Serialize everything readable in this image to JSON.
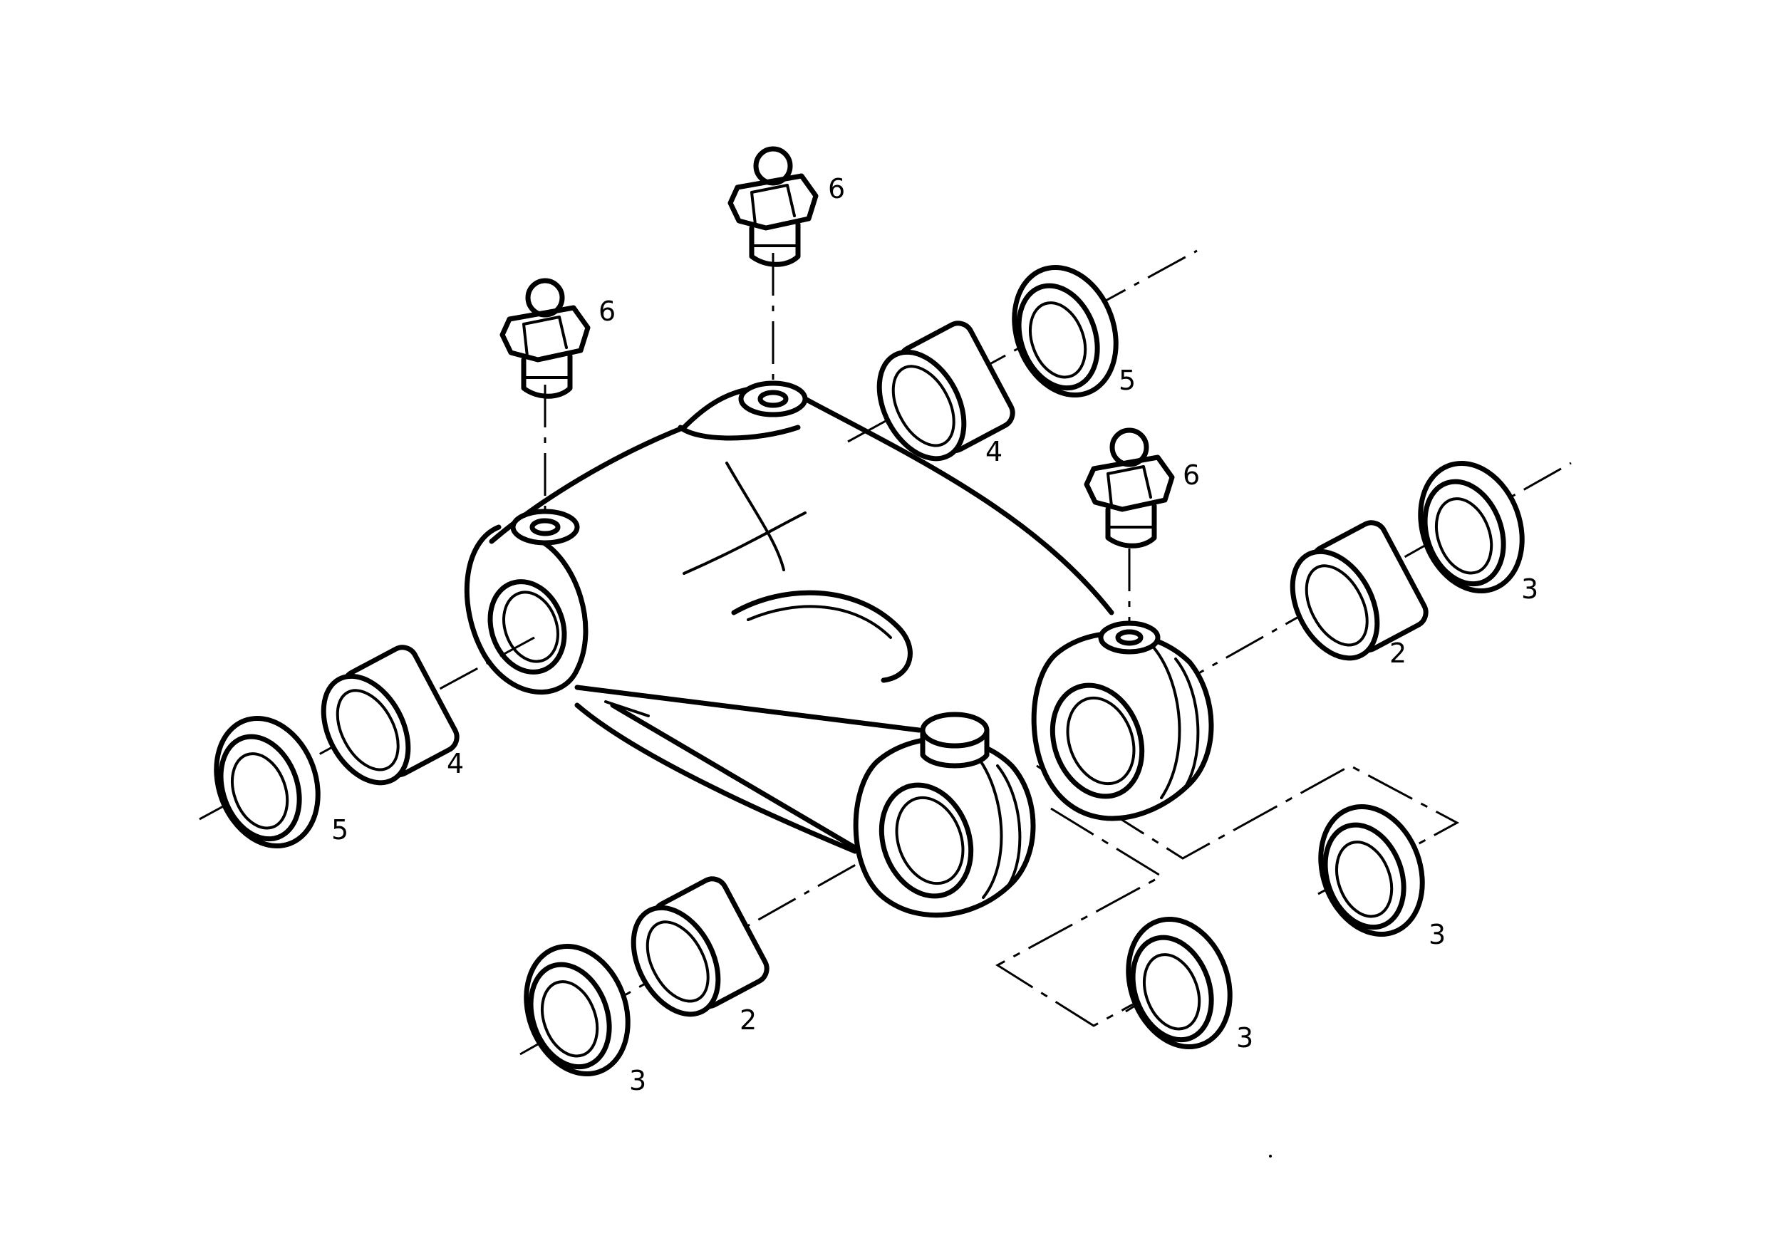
{
  "diagram": {
    "callouts": {
      "c1": "2",
      "c2": "2",
      "c3": "3",
      "c4": "3",
      "c5": "3",
      "c6": "3",
      "c7": "4",
      "c8": "4",
      "c9": "5",
      "c10": "5",
      "c11": "6",
      "c12": "6",
      "c13": "6"
    }
  },
  "colors": {
    "line": "#000000",
    "background": "#ffffff"
  }
}
